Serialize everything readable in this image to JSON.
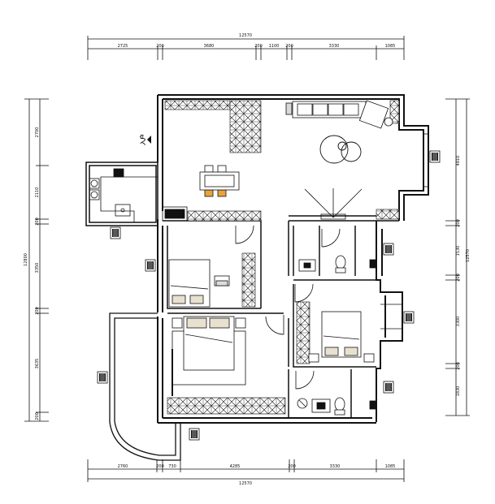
{
  "top_dimensions": {
    "total": "12570",
    "segments": [
      "2725",
      "200",
      "3680",
      "200",
      "1100",
      "200",
      "3330",
      "1085"
    ]
  },
  "bottom_dimensions": {
    "total": "12570",
    "segments": [
      "2760",
      "200",
      "730",
      "4285",
      "200",
      "3330",
      "1085"
    ]
  },
  "left_dimensions": {
    "total": "12800",
    "segments": [
      "2700",
      "2110",
      "200",
      "3350",
      "200",
      "3635",
      "200"
    ]
  },
  "right_dimensions": {
    "total": "12570",
    "segments": [
      "4810",
      "200",
      "1530",
      "200",
      "3300",
      "200",
      "1830"
    ]
  },
  "entrance_label": "入户",
  "colors": {
    "line": "#111111",
    "accent": "#e8a43a",
    "wood": "#d9d9d9"
  }
}
